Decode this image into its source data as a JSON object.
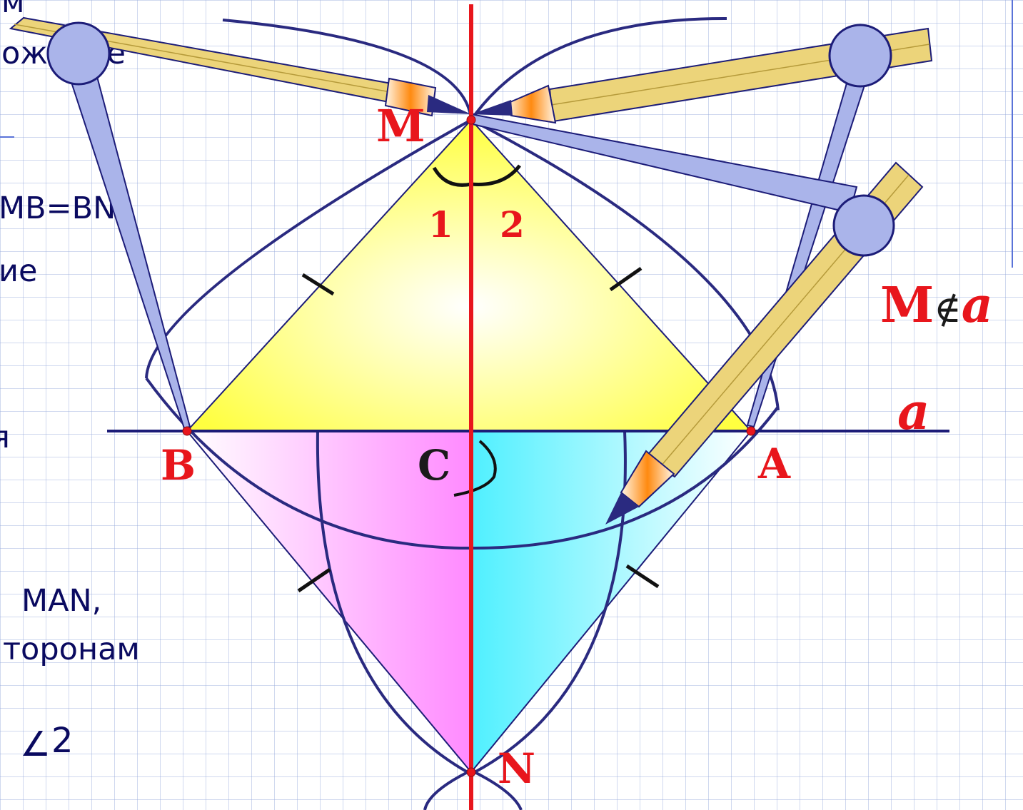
{
  "colors": {
    "accent_red": "#e8161c",
    "construction_blue": "#1c1c78",
    "label_text": "#0a0a60",
    "triangle_yellow": "#ffff40",
    "pink_fill": "#ff8aff",
    "cyan_fill": "#4ff0ff",
    "compass_body": "#aab4ea",
    "pencil_wood": "#ecd47a"
  },
  "side_text": {
    "line1": "м",
    "line2": "ожение",
    "line3": "MB=BN,",
    "line4": "ие",
    "line5": "я",
    "line6": "MAN,",
    "line7": "торонам",
    "line8": "2",
    "angle_symbol": "∠"
  },
  "points": {
    "M": "M",
    "N": "N",
    "A": "A",
    "B": "B",
    "C": "C"
  },
  "angles": {
    "one": "1",
    "two": "2"
  },
  "relation": {
    "M": "M",
    "not_in": "∉",
    "a": "a"
  },
  "line_label": "a",
  "icons": [
    "compass-icon",
    "compass-icon",
    "pencil-icon"
  ]
}
